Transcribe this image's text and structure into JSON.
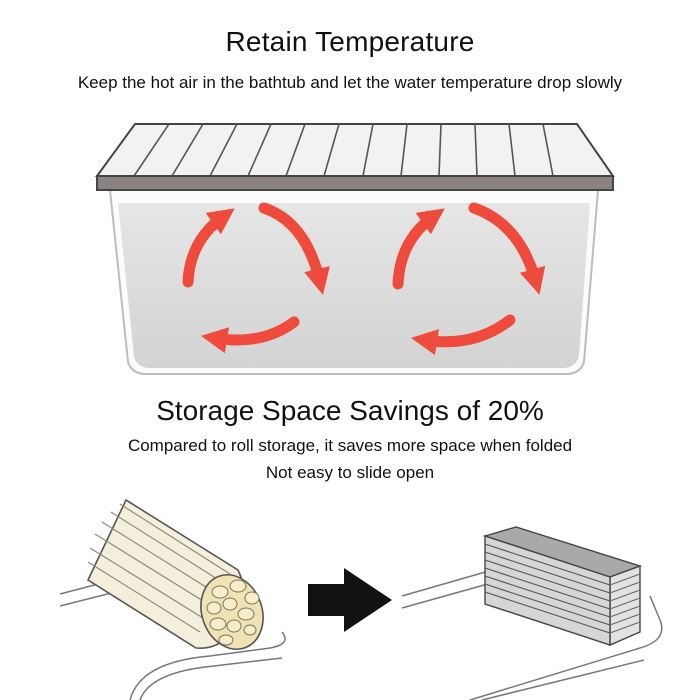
{
  "section_1": {
    "title": "Retain Temperature",
    "subtitle": "Keep the hot air in the bathtub and let the water temperature drop slowly"
  },
  "section_2": {
    "title": "Storage Space Savings of 20%",
    "lines": [
      "Compared to roll storage, it saves more space when folded",
      "Not easy to slide open"
    ]
  },
  "colors": {
    "arrow_red": "#ef4b3c",
    "water": "#dcdcdc",
    "cover_frame": "#7a7470",
    "cover_fill": "#f3f3f3",
    "pointer_arrow": "#111111"
  },
  "illustrations": [
    "heat-circulation-icon",
    "rolled-cover-icon",
    "right-arrow-icon",
    "folded-cover-icon"
  ]
}
